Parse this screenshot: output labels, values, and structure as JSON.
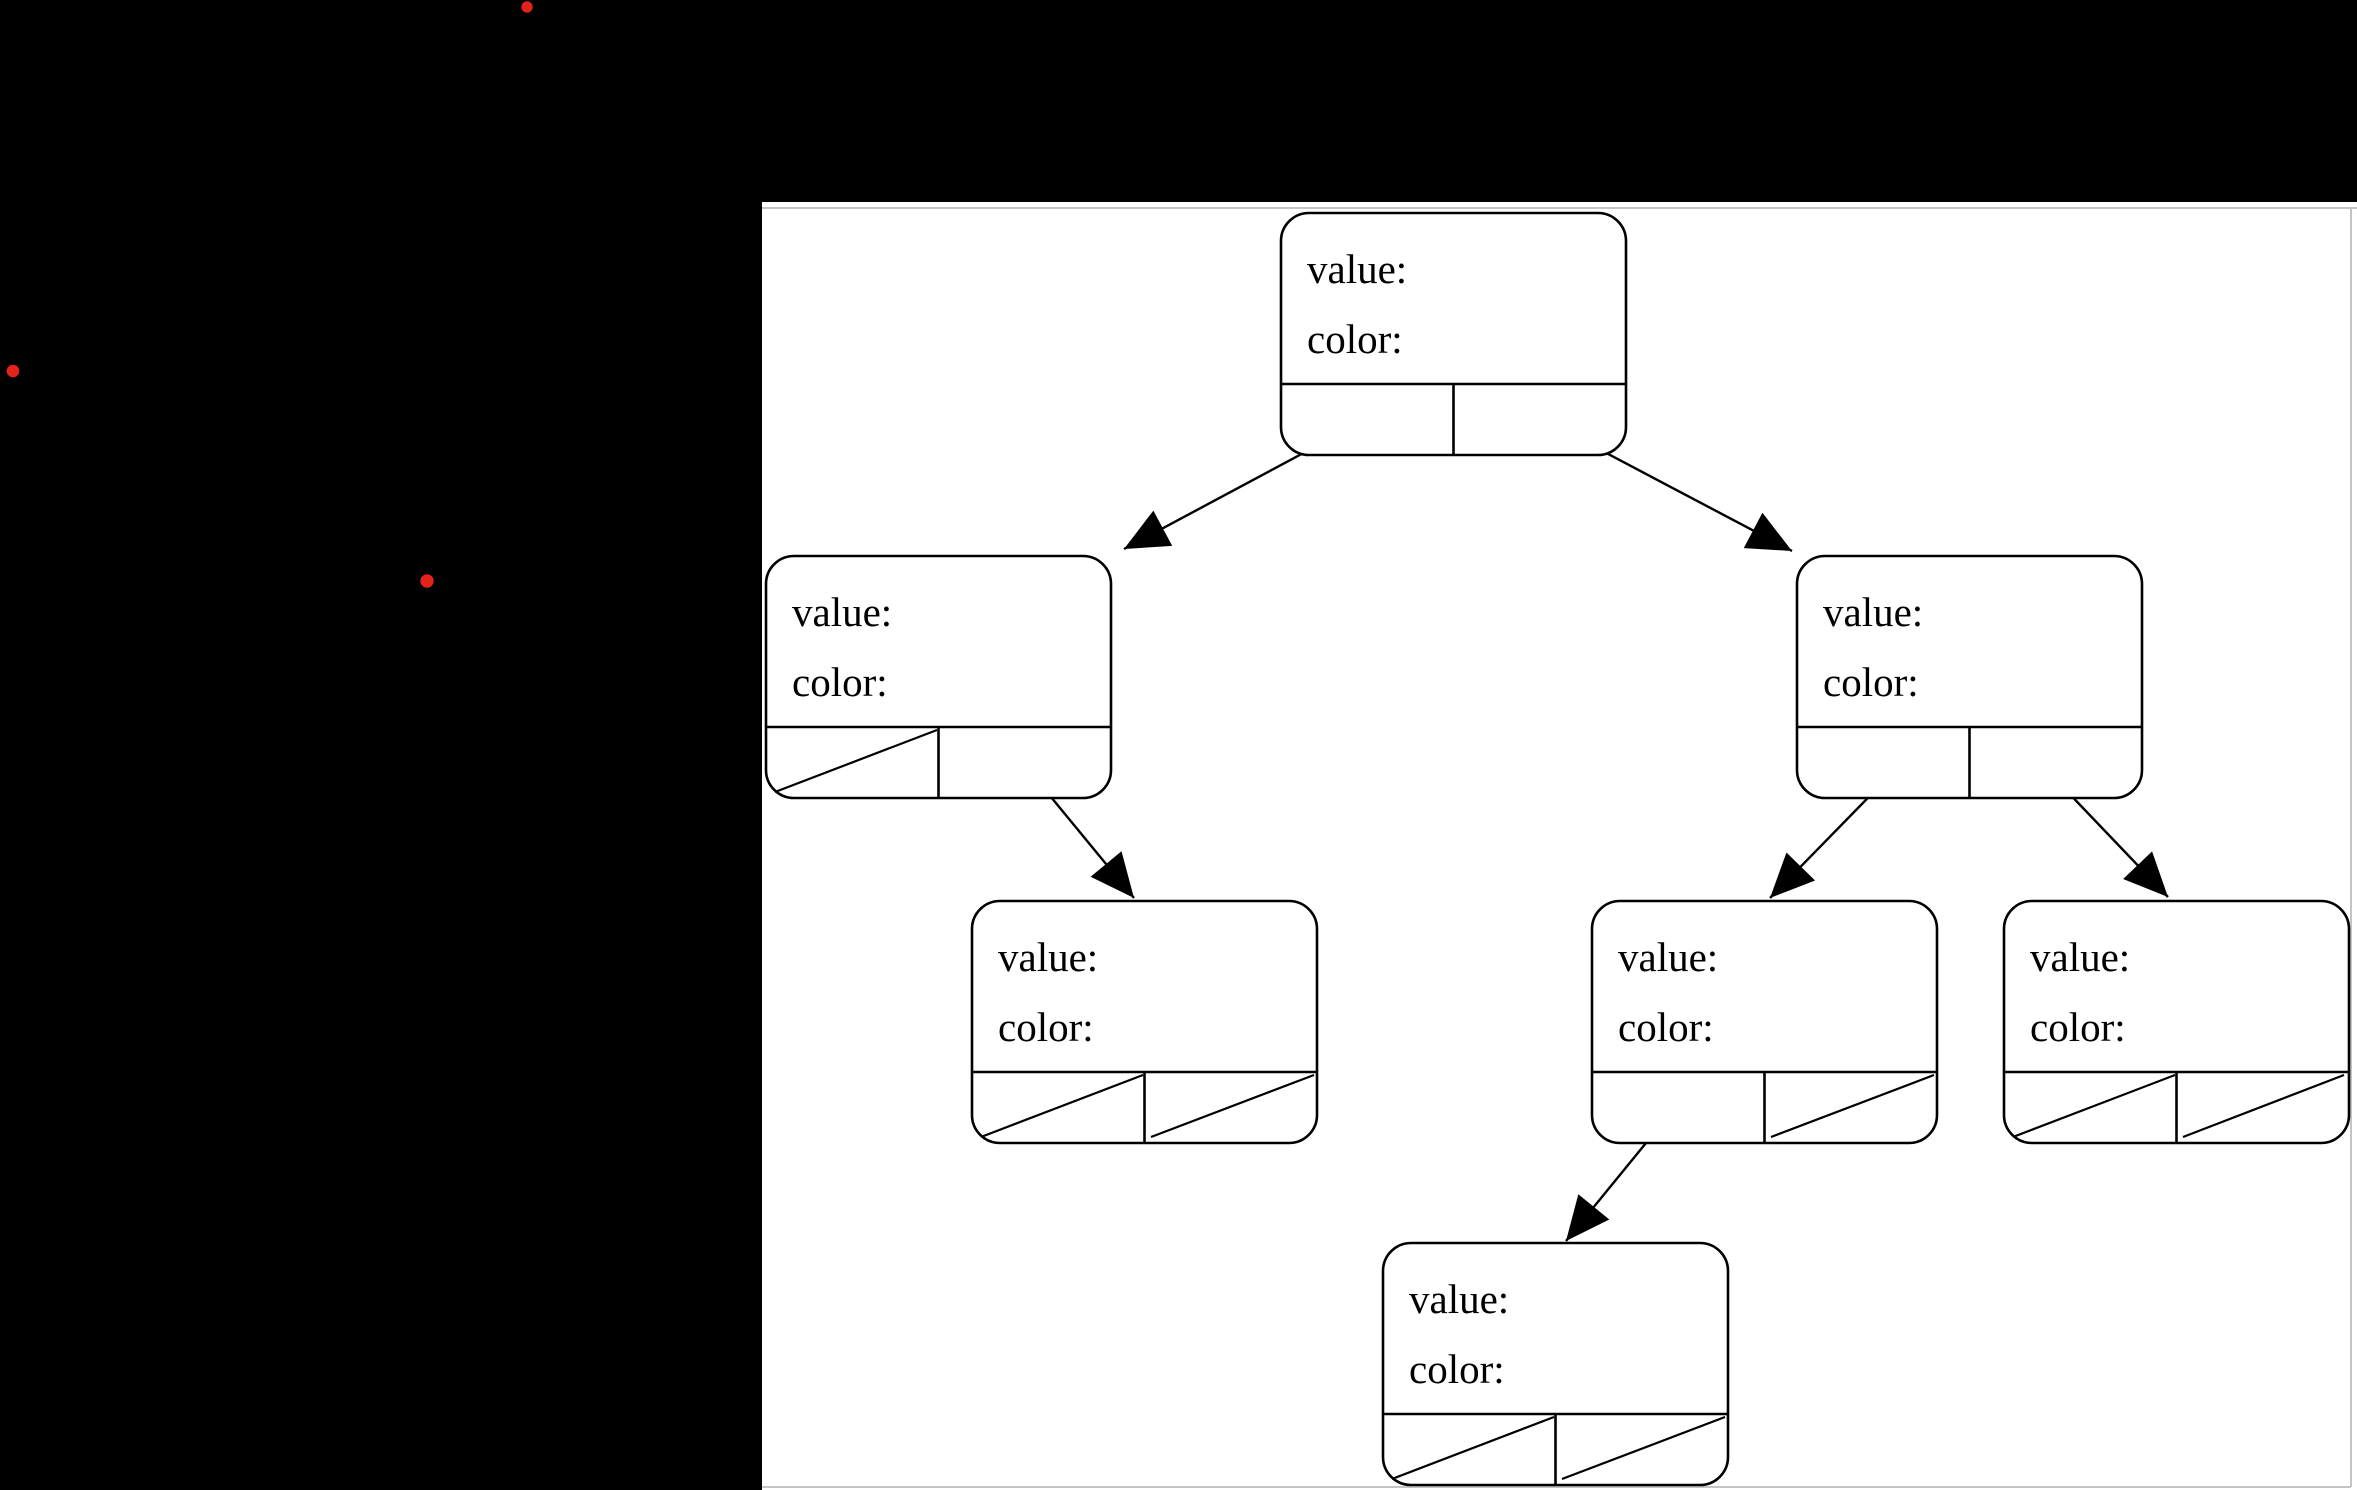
{
  "scene": {
    "background_color": "#000000",
    "panel_color": "#ffffff",
    "panel_edge_color": "#c4c4c4",
    "line_color": "#000000"
  },
  "annotations": {
    "dot_color": "#e3231b",
    "dots": [
      {
        "id": "red-dot-top"
      },
      {
        "id": "red-dot-left"
      },
      {
        "id": "red-dot-middle"
      }
    ]
  },
  "diagram": {
    "type": "binary-tree-node-records",
    "nodes": [
      {
        "id": "root",
        "value_label": "value:",
        "color_label": "color:",
        "left_slot": "pointer",
        "right_slot": "pointer"
      },
      {
        "id": "root.left",
        "value_label": "value:",
        "color_label": "color:",
        "left_slot": "null",
        "right_slot": "pointer"
      },
      {
        "id": "root.right",
        "value_label": "value:",
        "color_label": "color:",
        "left_slot": "pointer",
        "right_slot": "pointer"
      },
      {
        "id": "root.left.right",
        "value_label": "value:",
        "color_label": "color:",
        "left_slot": "null",
        "right_slot": "null"
      },
      {
        "id": "root.right.left",
        "value_label": "value:",
        "color_label": "color:",
        "left_slot": "pointer",
        "right_slot": "null"
      },
      {
        "id": "root.right.right",
        "value_label": "value:",
        "color_label": "color:",
        "left_slot": "null",
        "right_slot": "null"
      },
      {
        "id": "root.right.left.left",
        "value_label": "value:",
        "color_label": "color:",
        "left_slot": "null",
        "right_slot": "null"
      }
    ],
    "edges": [
      {
        "from": "root.left_slot",
        "to": "root.left"
      },
      {
        "from": "root.right_slot",
        "to": "root.right"
      },
      {
        "from": "root.left.right_slot",
        "to": "root.left.right"
      },
      {
        "from": "root.right.left_slot",
        "to": "root.right.left"
      },
      {
        "from": "root.right.right_slot",
        "to": "root.right.right"
      },
      {
        "from": "root.right.left.left_slot",
        "to": "root.right.left.left"
      }
    ]
  }
}
